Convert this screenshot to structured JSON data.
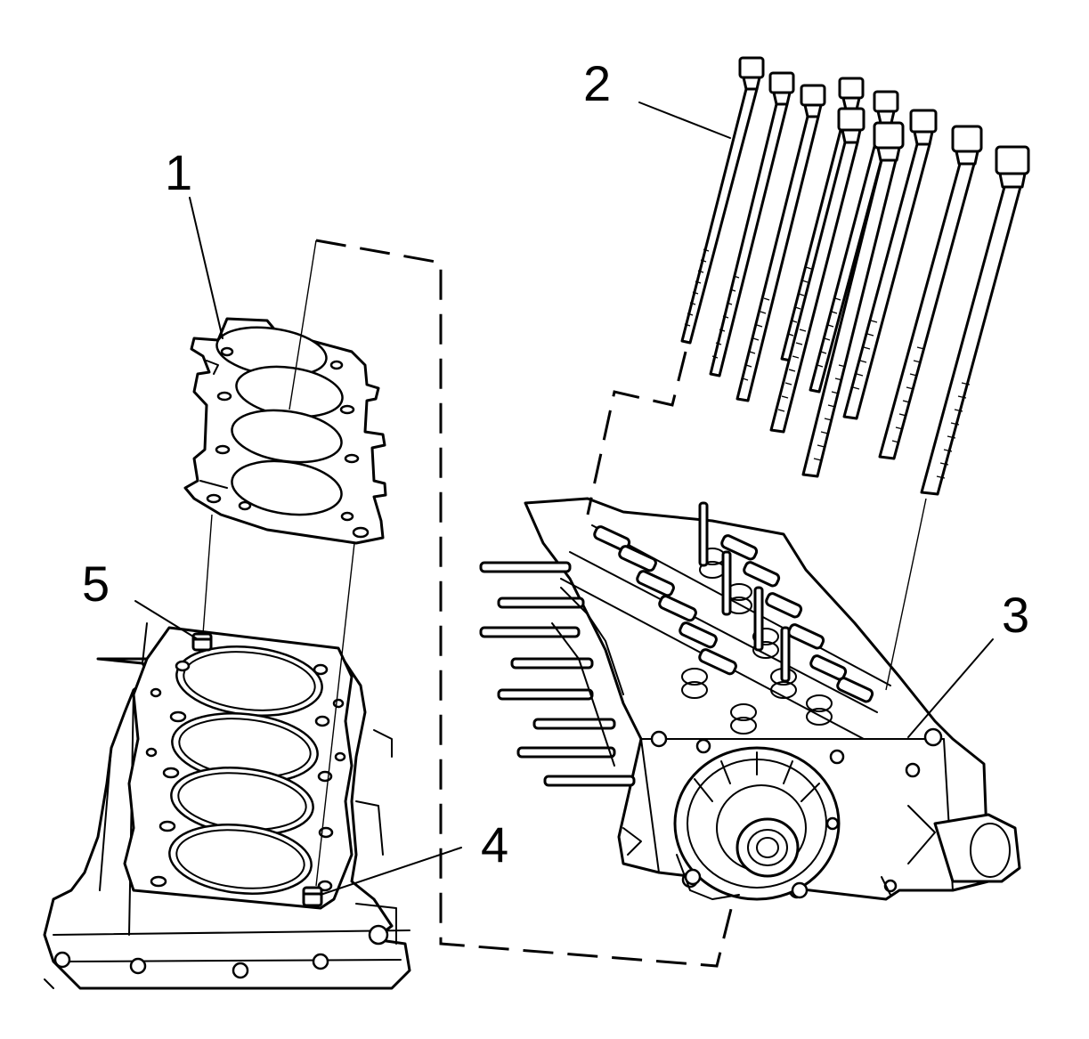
{
  "diagram": {
    "callouts": [
      {
        "id": "1",
        "label": "1"
      },
      {
        "id": "2",
        "label": "2"
      },
      {
        "id": "3",
        "label": "3"
      },
      {
        "id": "4",
        "label": "4"
      },
      {
        "id": "5",
        "label": "5"
      }
    ],
    "line_color": "#000000",
    "background_color": "#ffffff"
  }
}
